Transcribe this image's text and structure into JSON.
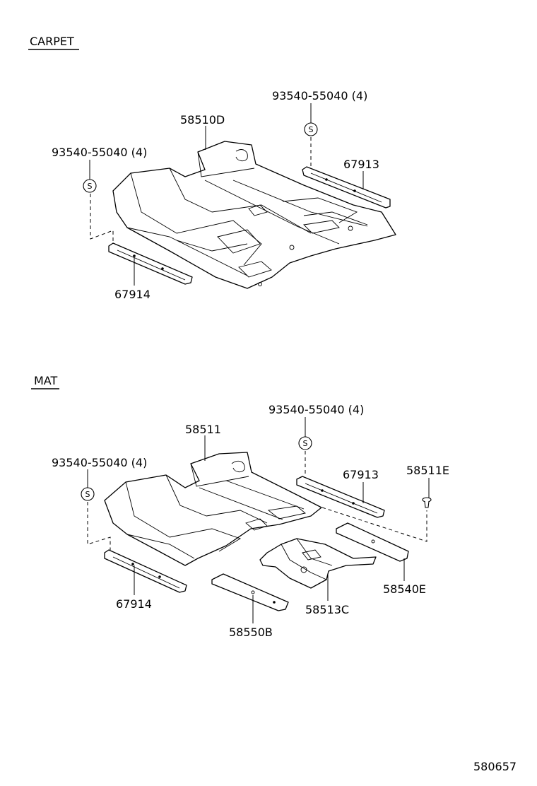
{
  "sections": {
    "carpet": "CARPET",
    "mat": "MAT"
  },
  "symbols": {
    "screw_mark": "S"
  },
  "carpet": {
    "screw_left": "93540-55040 (4)",
    "screw_right": "93540-55040 (4)",
    "main_part": "58510D",
    "sill_right": "67913",
    "sill_left": "67914"
  },
  "mat": {
    "screw_left": "93540-55040 (4)",
    "screw_right": "93540-55040 (4)",
    "main_part": "58511",
    "sill_right": "67913",
    "clip": "58511E",
    "sill_left": "67914",
    "rear_pad": "58550B",
    "tunnel_mat": "58513C",
    "side_pad": "58540E"
  },
  "diagram_id": "580657"
}
